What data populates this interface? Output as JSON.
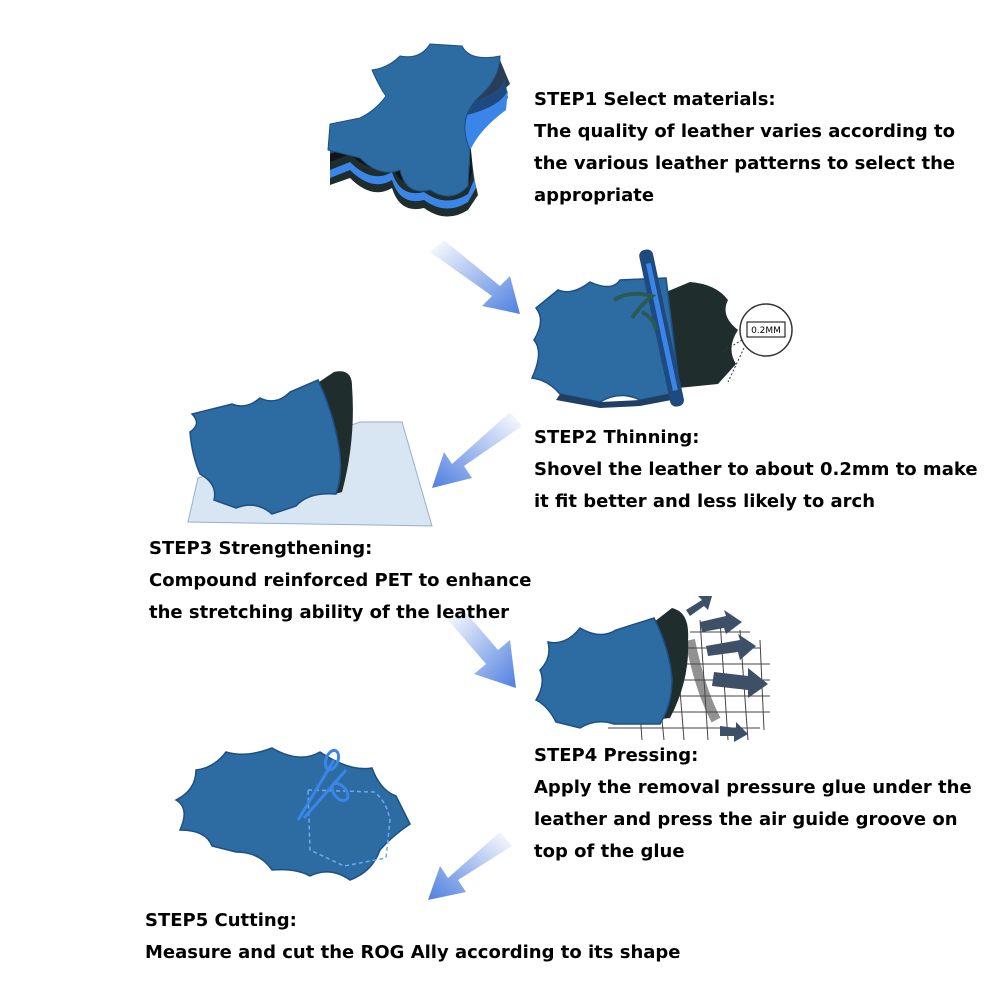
{
  "steps": [
    {
      "title": "STEP1 Select materials:",
      "lines": [
        "The quality of leather varies according to",
        "the various leather patterns to select the",
        "appropriate"
      ]
    },
    {
      "title": "STEP2 Thinning:",
      "lines": [
        "Shovel the leather to about 0.2mm to make",
        "it fit better and less likely to arch"
      ]
    },
    {
      "title": "STEP3 Strengthening:",
      "lines": [
        "Compound reinforced PET to enhance",
        "the stretching ability of the leather"
      ]
    },
    {
      "title": "STEP4 Pressing:",
      "lines": [
        "Apply the removal pressure glue under the",
        "leather and press the air guide groove on",
        "top of the glue"
      ]
    },
    {
      "title": "STEP5 Cutting:",
      "lines": [
        "Measure and cut the ROG Ally according to its shape"
      ]
    }
  ],
  "thickness_label": "0.2MM",
  "icons": [
    "leather-stack-icon",
    "thinning-blade-icon",
    "pet-reinforcement-icon",
    "pressing-grid-icon",
    "scissors-icon",
    "flow-arrow-icon"
  ],
  "colors": {
    "leather": "#2d6ba3",
    "leather_edge": "#1d4f82",
    "dark_layer": "#1f2d2c",
    "accent_blue": "#3a86e8",
    "pet_film": "#d8e6f3",
    "arrow": "#4f7fe0",
    "text": "#000000"
  }
}
